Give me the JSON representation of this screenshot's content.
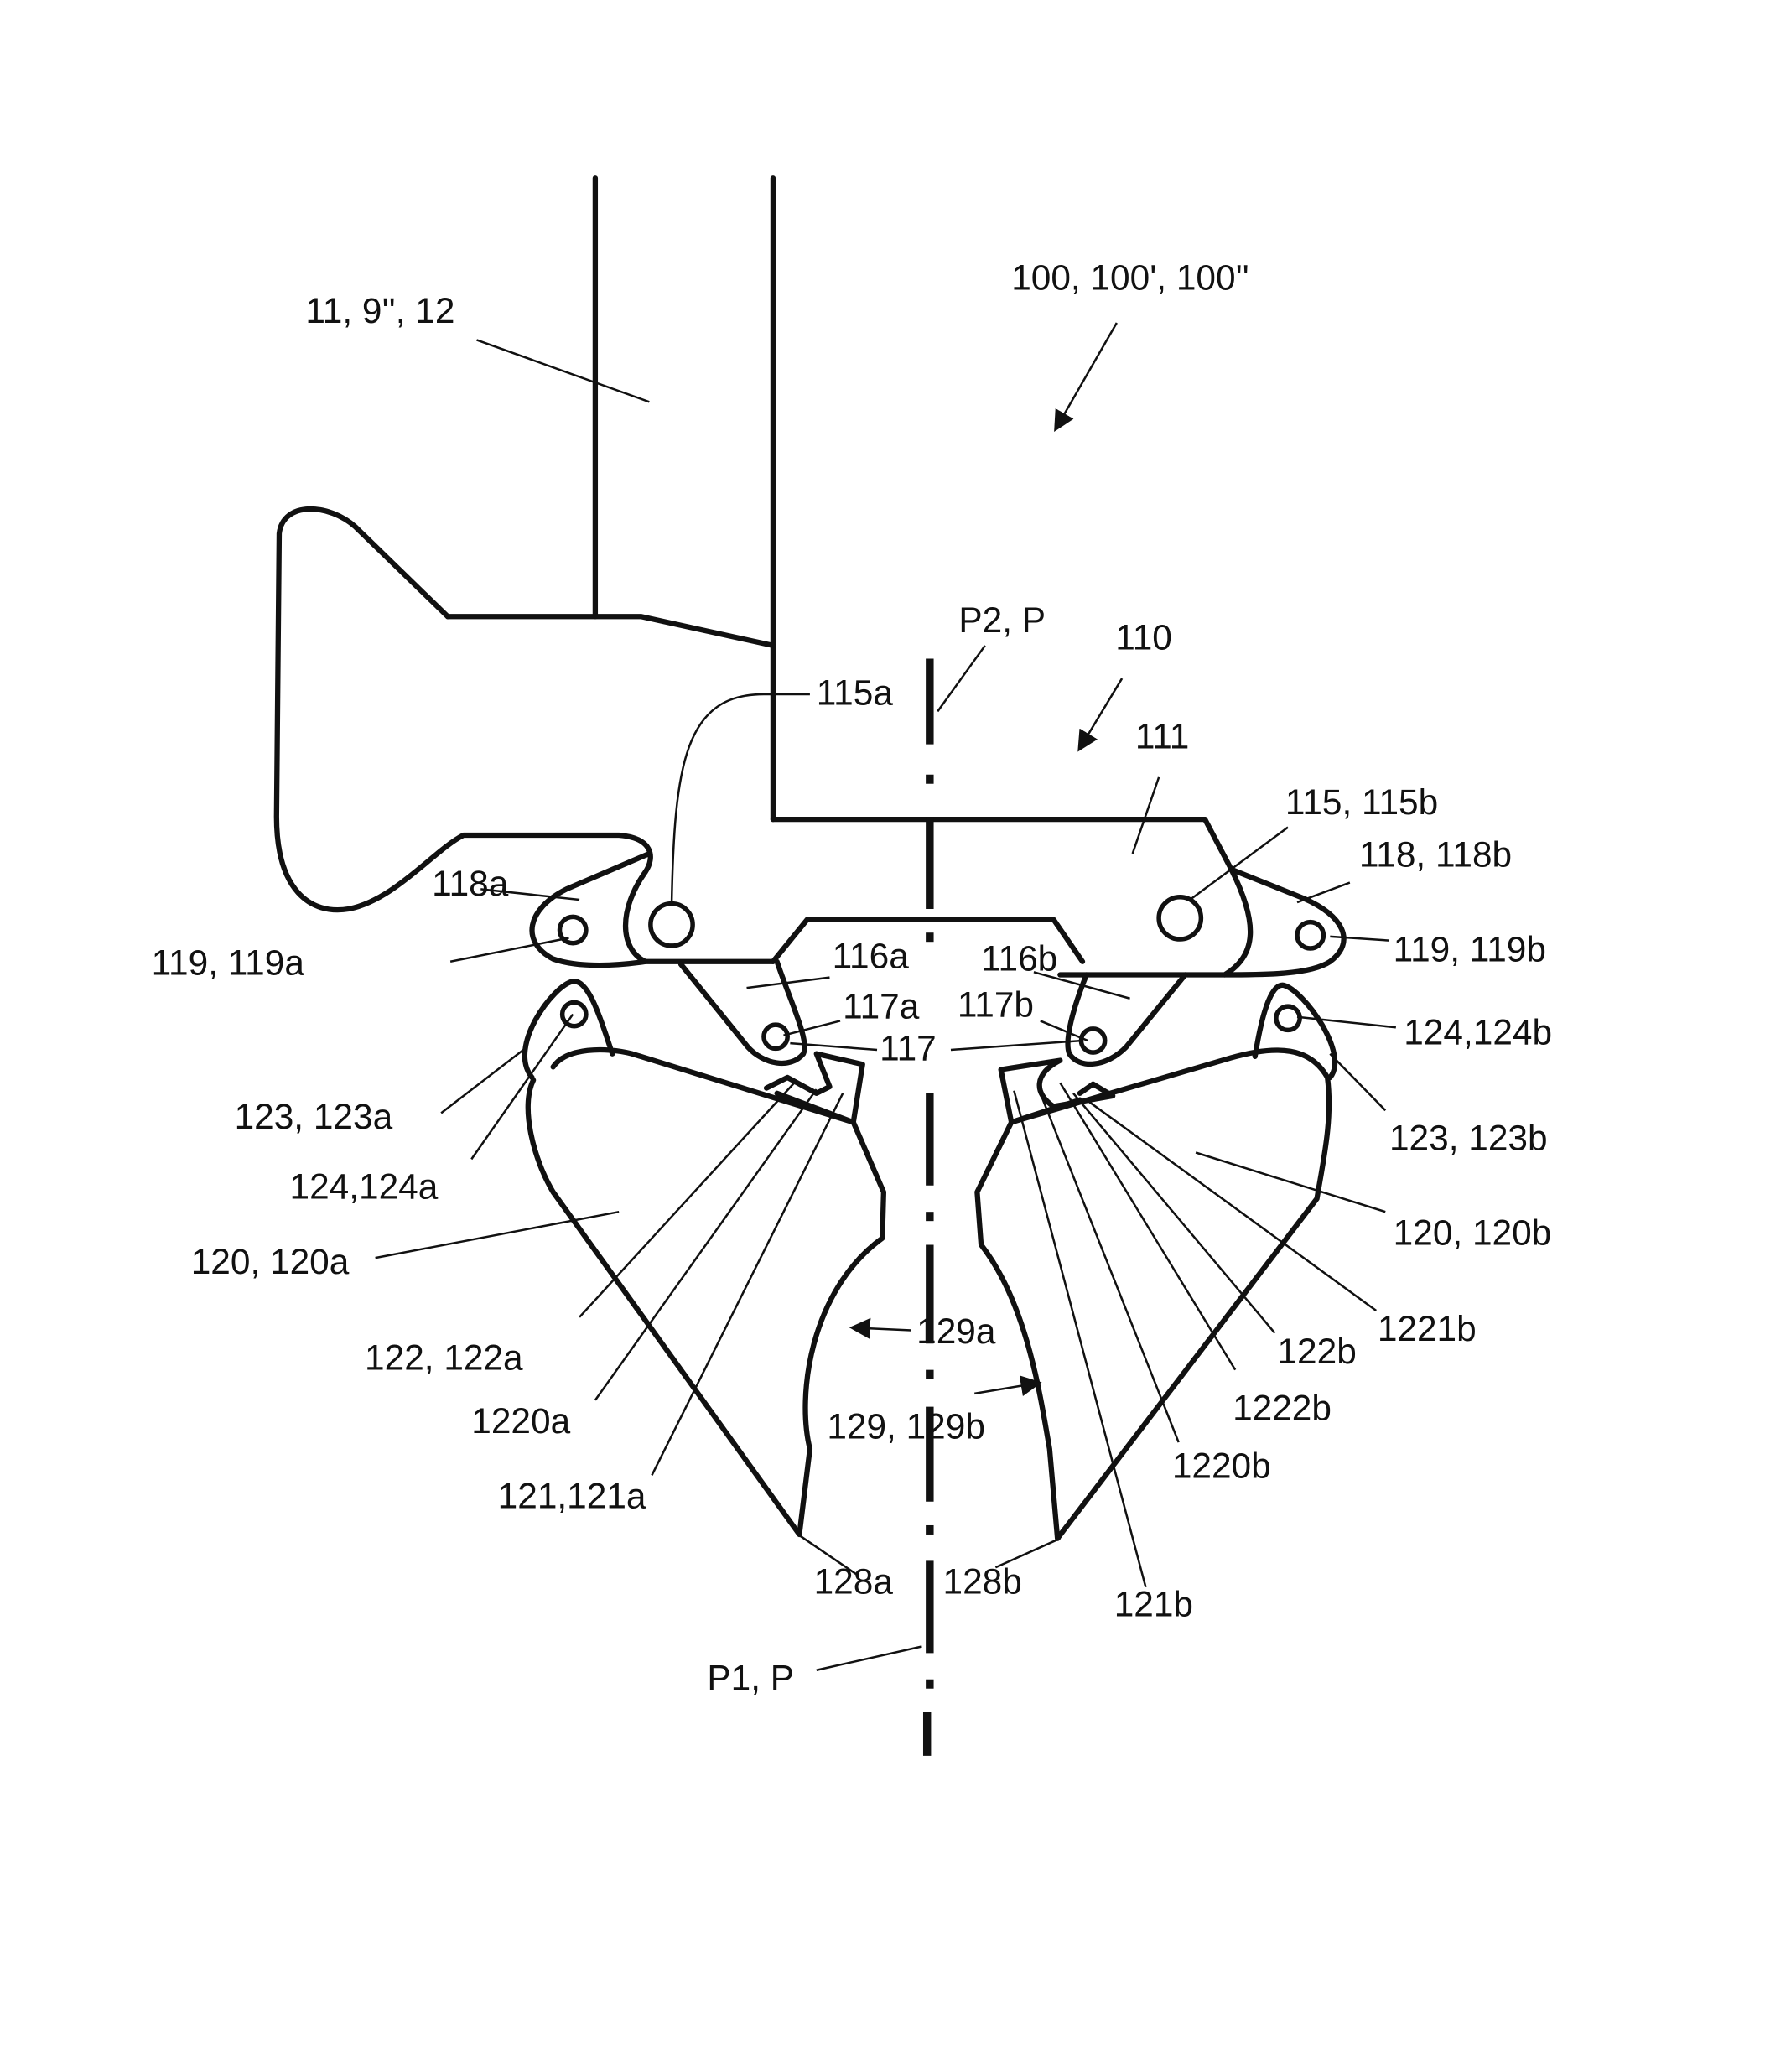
{
  "figure": {
    "labels": {
      "assembly": "100, 100', 100''",
      "housing": "11, 9'', 12",
      "p2": "P2, P",
      "l110": "110",
      "l111": "111",
      "l115a": "115a",
      "l115b": "115, 115b",
      "l118b": "118, 118b",
      "l119b": "119, 119b",
      "l118a": "118a",
      "l119a": "119, 119a",
      "l116a": "116a",
      "l117a": "117a",
      "l117": "117",
      "l116b": "116b",
      "l117b": "117b",
      "l124b": "124,124b",
      "l123b": "123, 123b",
      "l120b": "120, 120b",
      "l1221b": "1221b",
      "l122b": "122b",
      "l1222b": "1222b",
      "l1220b": "1220b",
      "l121b": "121b",
      "l128b": "128b",
      "l129b": "129, 129b",
      "l129a": "129a",
      "l128a": "128a",
      "p1": "P1, P",
      "l123a": "123, 123a",
      "l124a": "124,124a",
      "l120a": "120, 120a",
      "l122a": "122, 122a",
      "l1220a": "1220a",
      "l121a": "121,121a"
    }
  }
}
